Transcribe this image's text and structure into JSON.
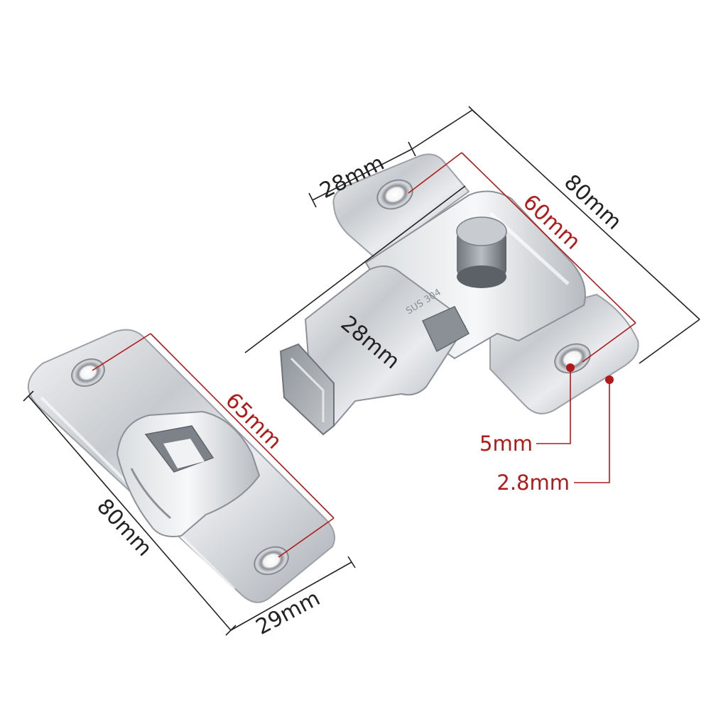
{
  "labels": {
    "latch_top_width": "28mm",
    "latch_length": "80mm",
    "latch_hole_spacing": "60mm",
    "latch_bolt_width": "28mm",
    "hole_diameter": "5mm",
    "thickness": "2.8mm",
    "strike_length": "80mm",
    "strike_hole_spacing": "65mm",
    "strike_width": "29mm"
  },
  "colors": {
    "background": "#ffffff",
    "steel": "#c9ccd0",
    "dimension_black": "#222222",
    "dimension_red": "#b21a1a"
  }
}
